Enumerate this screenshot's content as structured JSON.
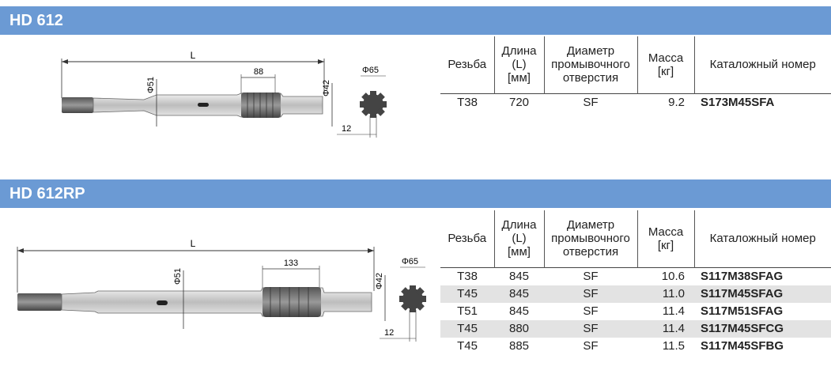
{
  "sections": [
    {
      "title": "HD 612",
      "drawing": {
        "length_label": "L",
        "d51": "Φ51",
        "spline_len": "88",
        "d42": "Φ42",
        "d65": "Φ65",
        "slot": "12"
      },
      "headers": [
        "Резьба",
        "Длина\n(L)\n[мм]",
        "Диаметр\nпромывочного\nотверстия",
        "Масса\n[кг]",
        "Каталожный номер"
      ],
      "rows": [
        [
          "T38",
          "720",
          "SF",
          "9.2",
          "S173M45SFA"
        ]
      ]
    },
    {
      "title": "HD 612RP",
      "drawing": {
        "length_label": "L",
        "d51": "Φ51",
        "spline_len": "133",
        "d42": "Φ42",
        "d65": "Φ65",
        "slot": "12"
      },
      "headers": [
        "Резьба",
        "Длина\n(L)\n[мм]",
        "Диаметр\nпромывочного\nотверстия",
        "Масса\n[кг]",
        "Каталожный номер"
      ],
      "rows": [
        [
          "T38",
          "845",
          "SF",
          "10.6",
          "S117M38SFAG"
        ],
        [
          "T45",
          "845",
          "SF",
          "11.0",
          "S117M45SFAG"
        ],
        [
          "T51",
          "845",
          "SF",
          "11.4",
          "S117M51SFAG"
        ],
        [
          "T45",
          "880",
          "SF",
          "11.4",
          "S117M45SFCG"
        ],
        [
          "T45",
          "885",
          "SF",
          "11.5",
          "S117M45SFBG"
        ]
      ]
    }
  ]
}
